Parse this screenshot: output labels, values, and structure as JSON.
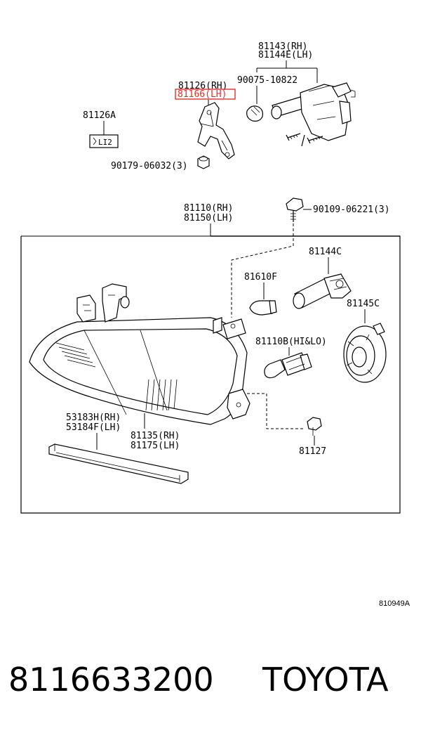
{
  "labels": {
    "p81143": "81143(RH)",
    "p81144e": "81144E(LH)",
    "p90075": "90075-10822",
    "p81126": "81126(RH)",
    "p81166": "81166(LH)",
    "p81126a": "81126A",
    "p90179": "90179-06032(3)",
    "p81110": "81110(RH)",
    "p81150": "81150(LH)",
    "p90109": "90109-06221(3)",
    "p81144c": "81144C",
    "p81610f": "81610F",
    "p81145c": "81145C",
    "p81110b": "81110B(HI&LO)",
    "p53183h": "53183H(RH)",
    "p53184f": "53184F(LH)",
    "p81135": "81135(RH)",
    "p81175": "81175(LH)",
    "p81127": "81127"
  },
  "icon_label": "LI2",
  "diagram_code": "810949A",
  "footer": {
    "part_number": "8116633200",
    "brand": "TOYOTA"
  },
  "highlight_color": "#e0302a"
}
